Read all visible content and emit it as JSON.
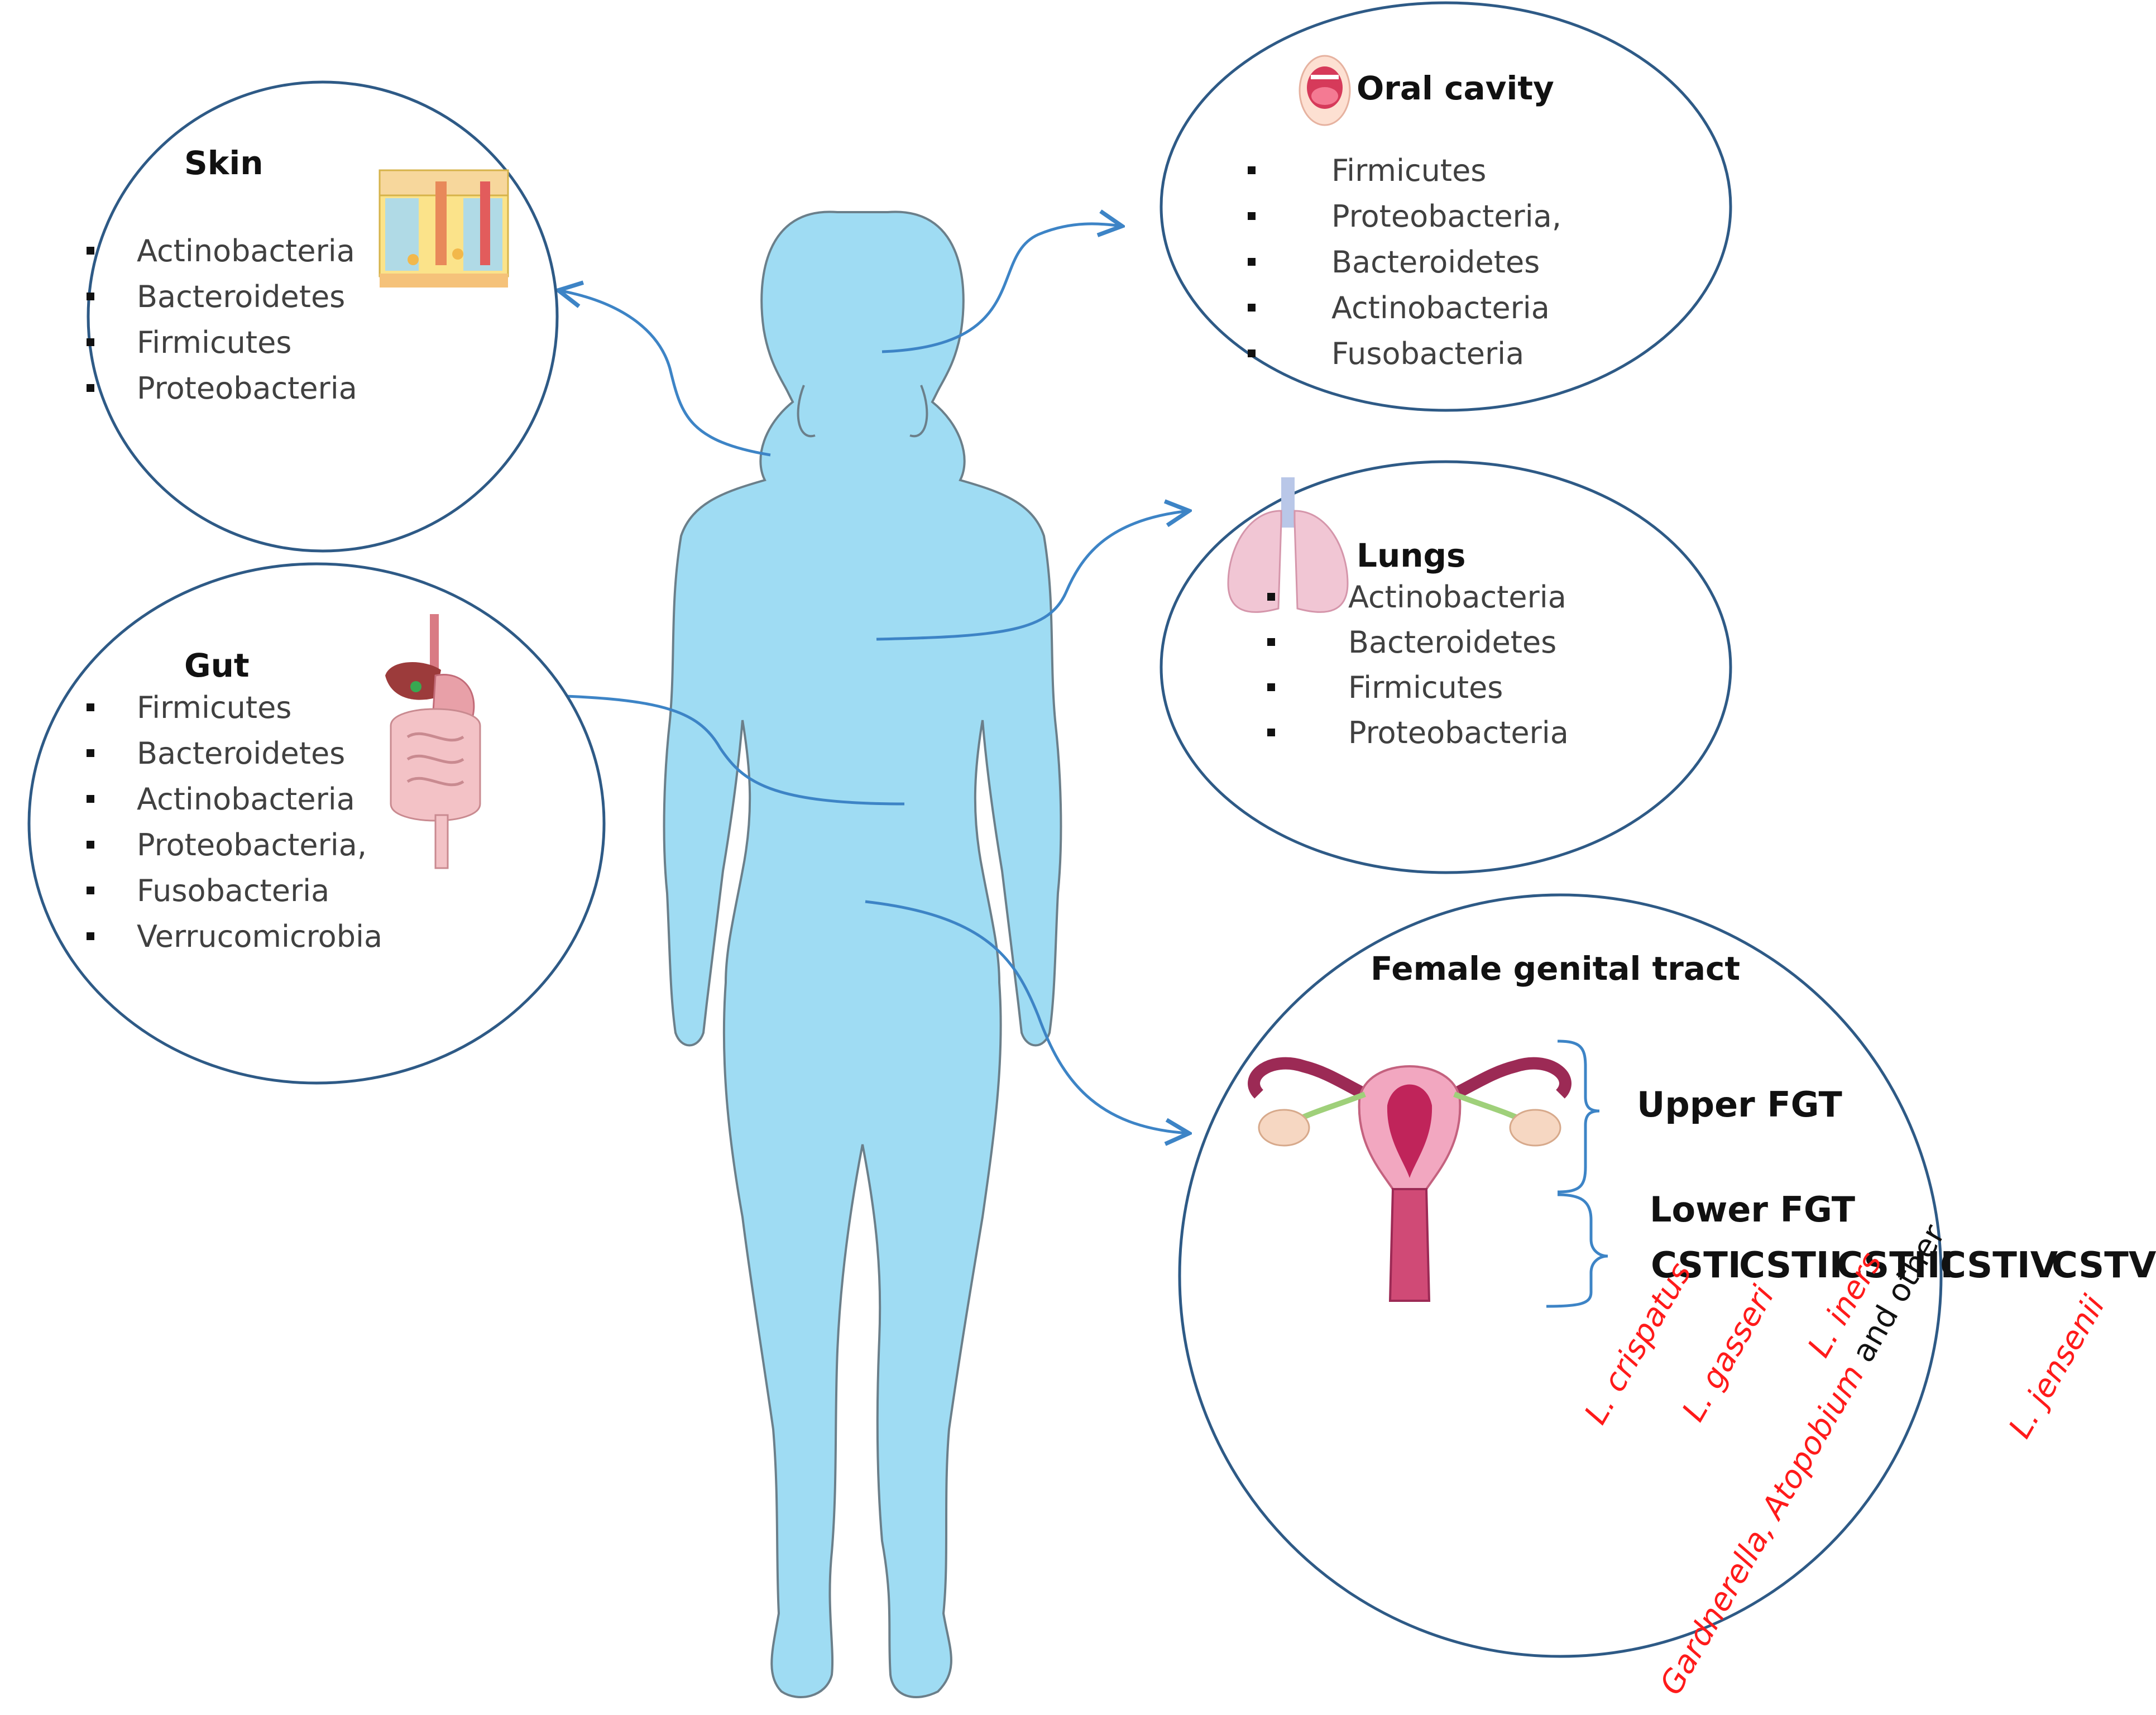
{
  "colors": {
    "body_silhouette": "#9fdcf3",
    "circle_stroke": "#2e5a86",
    "arrow": "#3d84c6",
    "species_highlight": "#ff1a1a"
  },
  "skin": {
    "title": "Skin",
    "icon": "skin-layers-icon",
    "items": [
      "Actinobacteria",
      "Bacteroidetes",
      "Firmicutes",
      "Proteobacteria"
    ]
  },
  "oral": {
    "title": "Oral cavity",
    "icon": "mouth-icon",
    "items": [
      "Firmicutes",
      "Proteobacteria,",
      "Bacteroidetes",
      "Actinobacteria",
      "Fusobacteria"
    ]
  },
  "lungs": {
    "title": "Lungs",
    "icon": "lungs-icon",
    "items": [
      "Actinobacteria",
      "Bacteroidetes",
      "Firmicutes",
      "Proteobacteria"
    ]
  },
  "gut": {
    "title": "Gut",
    "icon": "digestive-system-icon",
    "items": [
      "Firmicutes",
      "Bacteroidetes",
      "Actinobacteria",
      "Proteobacteria,",
      "Fusobacteria",
      "Verrucomicrobia"
    ]
  },
  "fgt": {
    "title": "Female genital tract",
    "icon": "uterus-icon",
    "upper": "Upper FGT",
    "lower": "Lower FGT",
    "csts": [
      "CSTI",
      "CSTII",
      "CSTIII",
      "CSTIV",
      "CSTV"
    ],
    "species": {
      "cst1": "L. crispatus",
      "cst2": "L. gasseri",
      "cst3": "L. iners",
      "cst4_red": "Gardnerella, Atopobium",
      "cst4_black": " and other",
      "cst5": "L. jensenii"
    }
  }
}
